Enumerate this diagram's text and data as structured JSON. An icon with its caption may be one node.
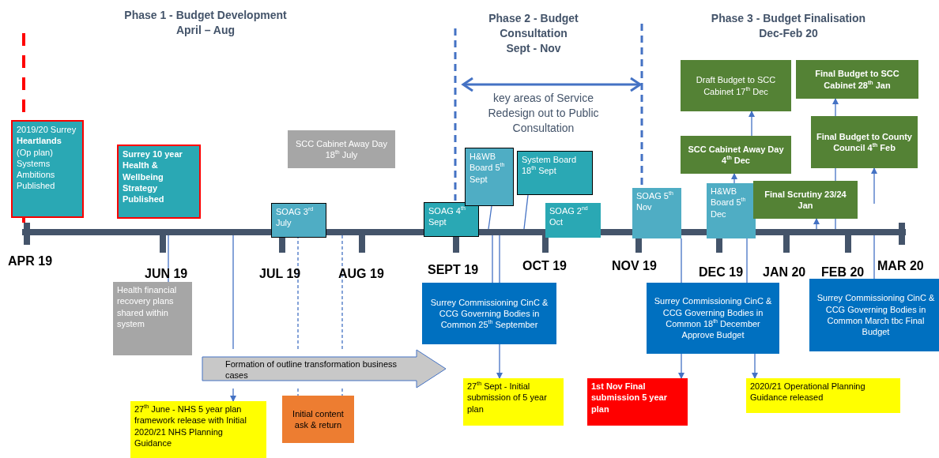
{
  "diagram": {
    "nodes": [
      {
        "text": [
          "2019/20 Surrey **Heartlands** (Op plan) Systems Ambitions Published"
        ]
      },
      {
        "text": [
          "Surrey 10 year Health & Wellbeing Strategy Published"
        ]
      },
      {
        "text": [
          "SCC Cabinet Away Day 18$^{th}$ July"
        ]
      },
      {
        "text": [
          "SOAG 3$^{rd}$ July"
        ]
      },
      {
        "text": [
          "SOAG 4$^{th}$ Sept"
        ]
      },
      {
        "text": [
          "H&WB Board 5$^{th}$ Sept"
        ]
      },
      {
        "text": [
          "System Board 18$^{th}$ Sept"
        ]
      },
      {
        "text": [
          "SOAG 2$^{nd}$ Oct"
        ]
      },
      {
        "text": [
          "SOAG 5$^{th}$ Nov"
        ]
      },
      {
        "text": [
          "H&WB Board 5$^{th}$ Dec"
        ]
      },
      {
        "text": [
          "Draft Budget to SCC Cabinet 17$^{th}$ Dec"
        ]
      },
      {
        "text": [
          "SCC Cabinet Away Day 4$^{th}$ Dec"
        ]
      },
      {
        "text": [
          "Final Scrutiny 23/24 Jan"
        ]
      },
      {
        "text": [
          "Final Budget to SCC Cabinet 28$^{th}$ Jan"
        ]
      },
      {
        "text": [
          "Final Budget to County Council 4$^{th}$ Feb"
        ]
      },
      {
        "text": [
          "Health financial recovery plans shared within system"
        ]
      },
      {
        "text": [
          "Formation of outline transformation business cases"
        ]
      },
      {
        "text": [
          "27$^{th}$ June - NHS 5 year plan framework release with Initial 2020/21 NHS Planning Guidance"
        ]
      },
      {
        "text": [
          "Initial content ask & return"
        ]
      },
      {
        "text": [
          "Surrey Commissioning CinC & CCG Governing Bodies in Common 25$^{th}$ September"
        ]
      },
      {
        "text": [
          "27$^{th}$ Sept - Initial submission of 5 year plan"
        ]
      },
      {
        "text": [
          "Surrey Commissioning CinC & CCG Governing Bodies in Common 18$^{th}$ December Approve Budget"
        ]
      },
      {
        "text": [
          "1st Nov Final submission 5 year plan"
        ]
      },
      {
        "text": [
          "2020/21 Operational Planning Guidance released"
        ]
      },
      {
        "text": [
          "Surrey Commissioning CinC & CCG Governing Bodies in Common March tbc Final Budget"
        ]
      },
      {
        "text": [],
        "shape": "bar"
      }
    ],
    "edges": [
      {
        "from": 25,
        "to": 15,
        "arrow": "none"
      },
      {
        "from": 25,
        "to": 16,
        "arrow": "none"
      },
      {
        "from": 16,
        "to": 17,
        "arrow": "to"
      },
      {
        "from": 25,
        "to": 16,
        "arrow": "none",
        "style": "dashed"
      },
      {
        "from": 16,
        "to": 18,
        "arrow": "none",
        "style": "dashed"
      },
      {
        "from": 25,
        "to": 16,
        "arrow": "none",
        "style": "dashed"
      },
      {
        "from": 16,
        "to": 18,
        "arrow": "none",
        "style": "dashed"
      },
      {
        "from": 5,
        "to": 25,
        "arrow": "none"
      },
      {
        "from": 6,
        "to": 25,
        "arrow": "none"
      },
      {
        "from": 25,
        "to": 19,
        "arrow": "none"
      },
      {
        "from": 25,
        "to": 19,
        "arrow": "none"
      },
      {
        "from": 19,
        "to": 20,
        "arrow": "to"
      },
      {
        "from": 8,
        "to": 21,
        "arrow": "none"
      },
      {
        "from": 21,
        "to": 22,
        "arrow": "to"
      },
      {
        "from": 9,
        "to": 21,
        "arrow": "none"
      },
      {
        "from": 21,
        "to": 23,
        "arrow": "to"
      },
      {
        "from": 9,
        "to": 11,
        "arrow": "to"
      },
      {
        "from": 11,
        "to": 10,
        "arrow": "to"
      },
      {
        "from": 25,
        "to": 12,
        "arrow": "to"
      },
      {
        "from": 25,
        "to": 12,
        "arrow": "none"
      },
      {
        "from": 12,
        "to": 14,
        "arrow": "none"
      },
      {
        "from": 14,
        "to": 13,
        "arrow": "to"
      },
      {
        "from": null,
        "to": 14,
        "arrow": "to"
      },
      {
        "from": 25,
        "to": 24,
        "arrow": "none"
      }
    ],
    "labels": [
      "Phase 1 - Budget Development April – Aug",
      "Phase 2 - Budget Consultation Sept - Nov",
      "Phase 3 - Budget Finalisation Dec-Feb 20",
      "key areas of Service Redesign out to Public Consultation",
      "APR 19",
      "JUN 19",
      "JUL 19",
      "AUG 19",
      "SEPT 19",
      "OCT 19",
      "NOV 19",
      "DEC 19",
      "JAN 20",
      "FEB 20",
      "MAR 20"
    ]
  }
}
